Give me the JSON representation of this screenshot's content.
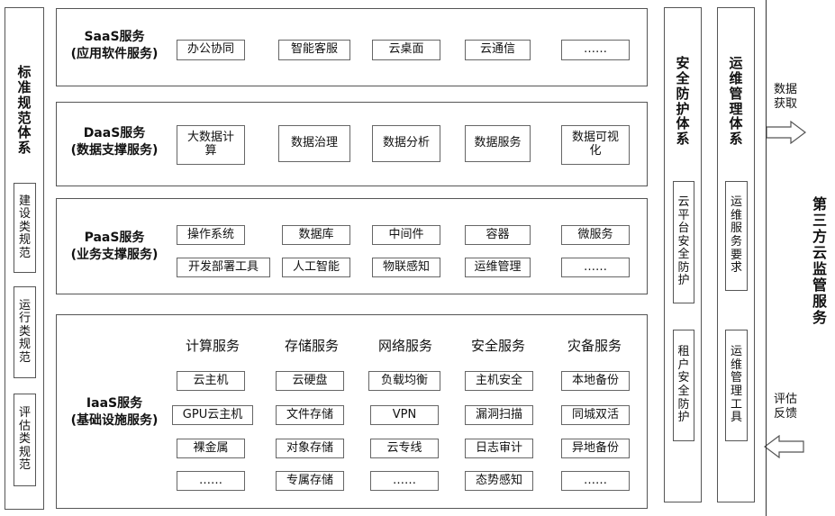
{
  "left_column": {
    "title": "标准规范体系",
    "boxes": [
      "建设类规范",
      "运行类规范",
      "评估类规范"
    ]
  },
  "layers": {
    "saas": {
      "title": "SaaS服务",
      "subtitle": "(应用软件服务)",
      "items": [
        "办公协同",
        "智能客服",
        "云桌面",
        "云通信",
        "……"
      ]
    },
    "daas": {
      "title": "DaaS服务",
      "subtitle": "(数据支撑服务)",
      "items": [
        "大数据计算",
        "数据治理",
        "数据分析",
        "数据服务",
        "数据可视化"
      ]
    },
    "paas": {
      "title": "PaaS服务",
      "subtitle": "(业务支撑服务)",
      "row1": [
        "操作系统",
        "数据库",
        "中间件",
        "容器",
        "微服务"
      ],
      "row2": [
        "开发部署工具",
        "人工智能",
        "物联感知",
        "运维管理",
        "……"
      ]
    },
    "iaas": {
      "title": "IaaS服务",
      "subtitle": "(基础设施服务)",
      "columns": [
        {
          "head": "计算服务",
          "items": [
            "云主机",
            "GPU云主机",
            "裸金属",
            "……"
          ]
        },
        {
          "head": "存储服务",
          "items": [
            "云硬盘",
            "文件存储",
            "对象存储",
            "专属存储"
          ]
        },
        {
          "head": "网络服务",
          "items": [
            "负载均衡",
            "VPN",
            "云专线",
            "……"
          ]
        },
        {
          "head": "安全服务",
          "items": [
            "主机安全",
            "漏洞扫描",
            "日志审计",
            "态势感知"
          ]
        },
        {
          "head": "灾备服务",
          "items": [
            "本地备份",
            "同城双活",
            "异地备份",
            "……"
          ]
        }
      ]
    }
  },
  "security_column": {
    "title": "安全防护体系",
    "boxes": [
      "云平台安全防护",
      "租户安全防护"
    ]
  },
  "ops_column": {
    "title": "运维管理体系",
    "boxes": [
      "运维服务要求",
      "运维管理工具"
    ]
  },
  "arrows": {
    "top_label": "数据获取",
    "bottom_label": "评估反馈"
  },
  "third_party": {
    "title": "第三方云监管服务"
  }
}
